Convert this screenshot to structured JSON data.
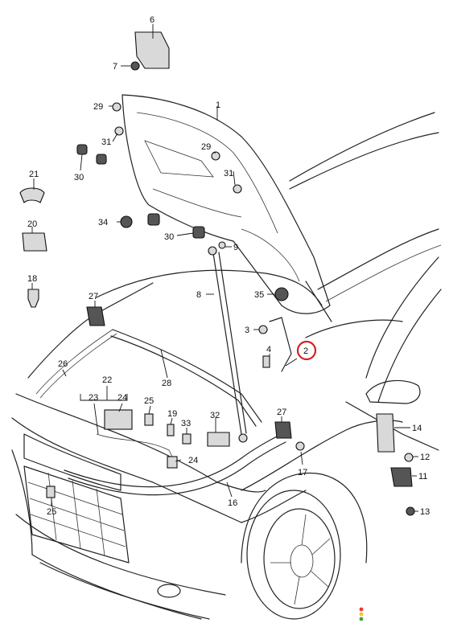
{
  "part_labels": [
    "6",
    "7",
    "29",
    "1",
    "31",
    "29",
    "30",
    "31",
    "21",
    "34",
    "30",
    "20",
    "9",
    "18",
    "27",
    "8",
    "35",
    "3",
    "2",
    "4",
    "26",
    "28",
    "22",
    "23",
    "24",
    "25",
    "19",
    "33",
    "32",
    "27",
    "14",
    "12",
    "11",
    "13",
    "17",
    "16",
    "24",
    "25"
  ],
  "highlighted_label": "2",
  "colors": {
    "line": "#222222",
    "highlight": "#d32020",
    "traffic_red": "#e53935",
    "traffic_yellow": "#fbc02d",
    "traffic_green": "#43a047"
  }
}
